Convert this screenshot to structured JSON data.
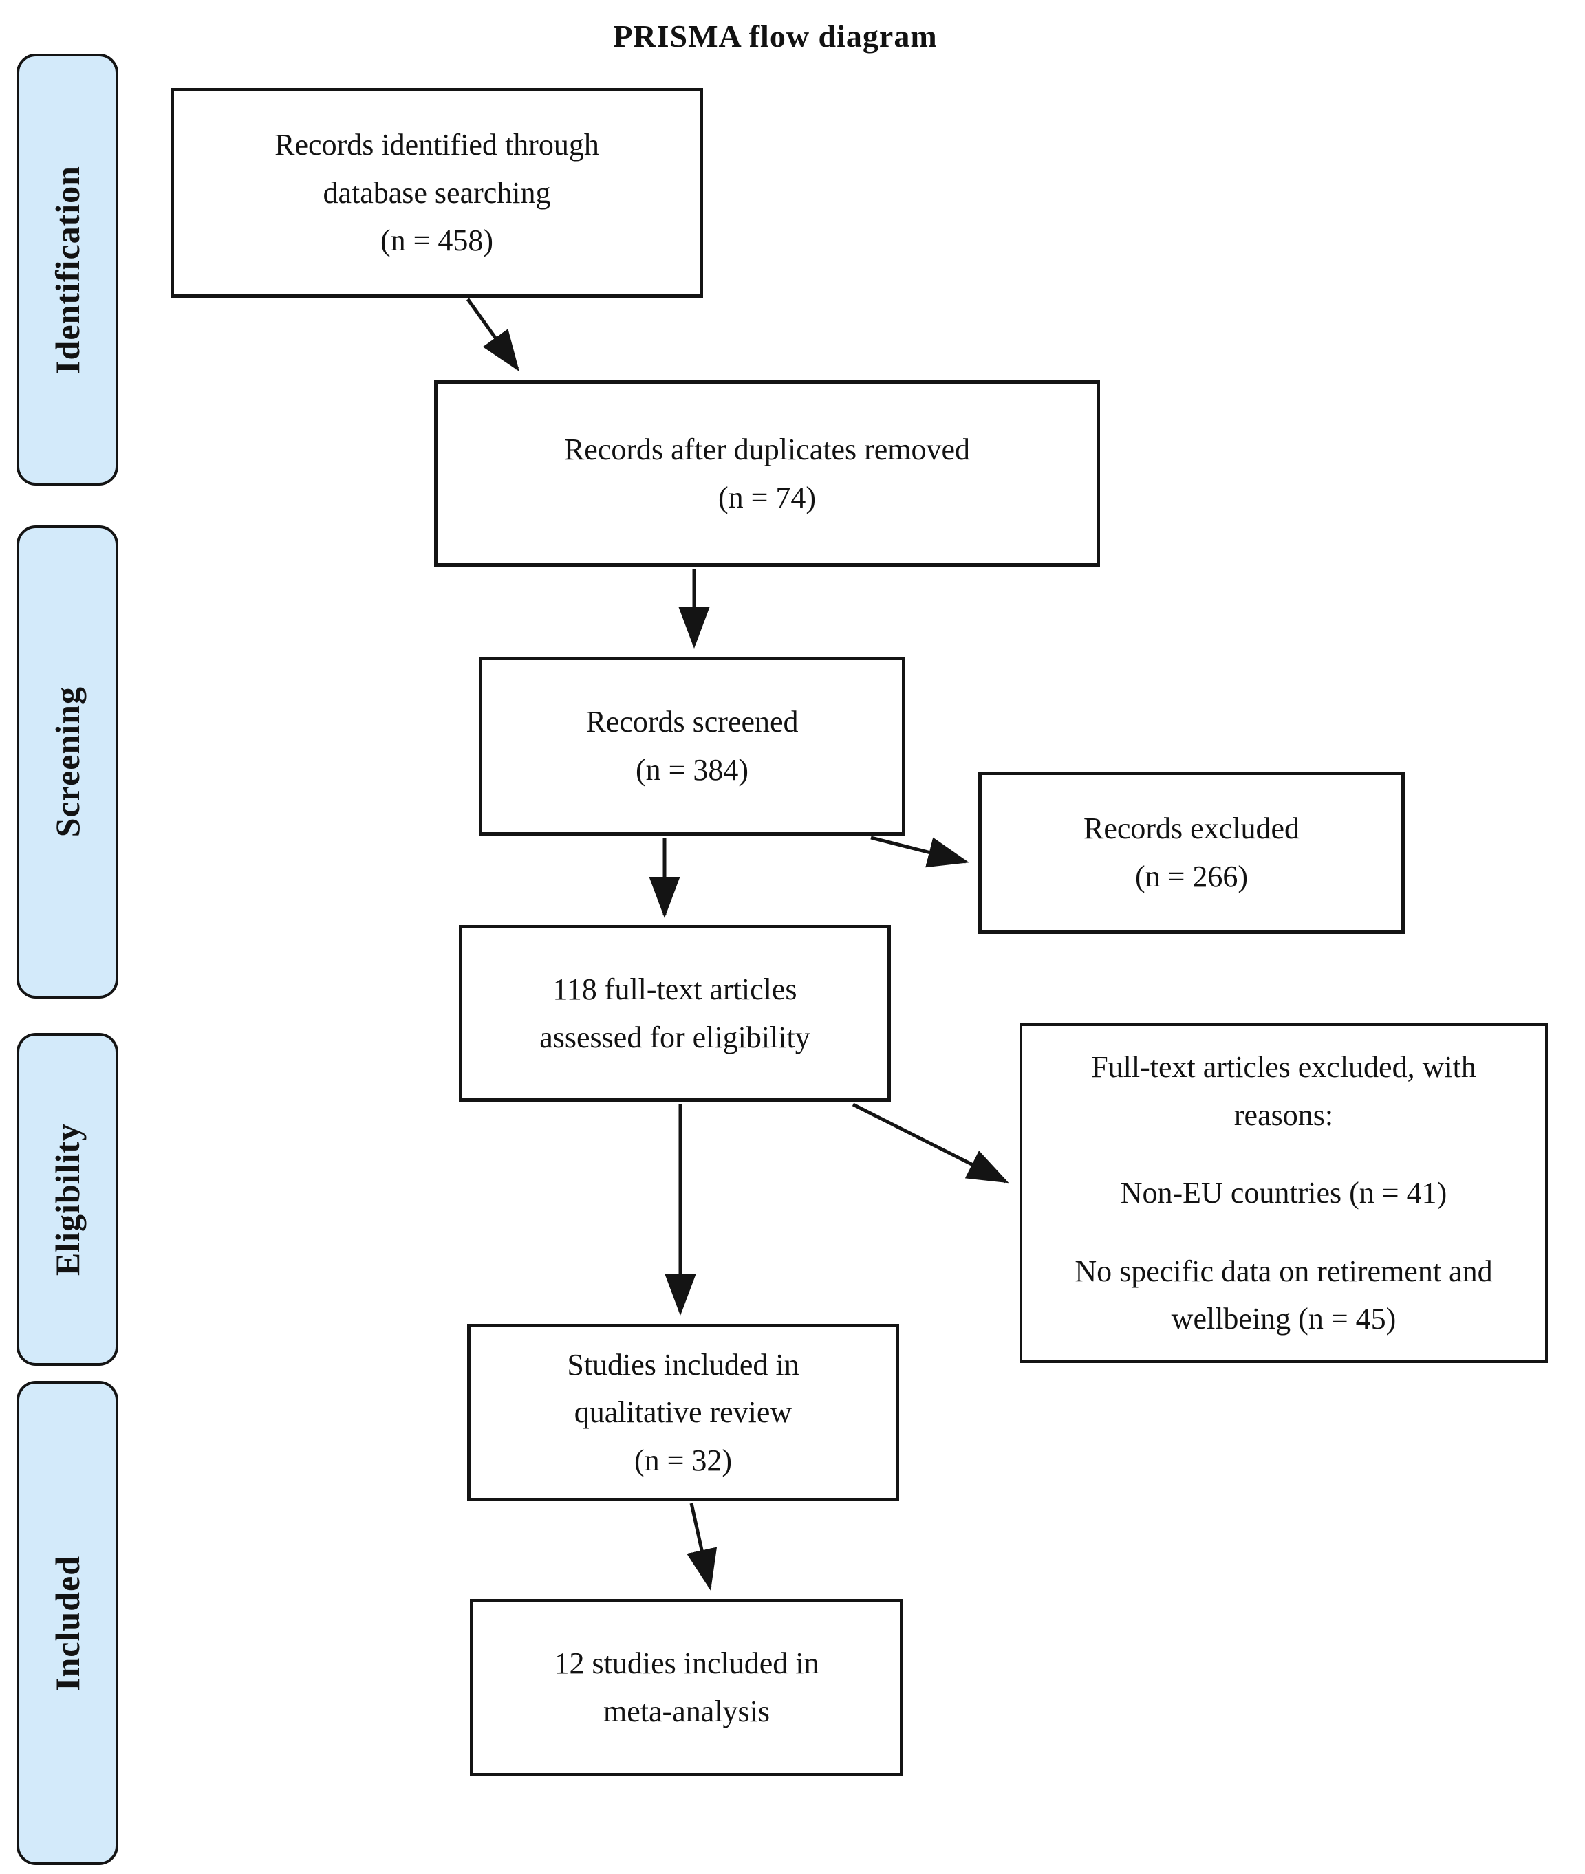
{
  "title": "PRISMA flow diagram",
  "stages": [
    {
      "label": "Identification"
    },
    {
      "label": "Screening"
    },
    {
      "label": "Eligibility"
    },
    {
      "label": "Included"
    }
  ],
  "boxes": {
    "identified": {
      "lines": [
        "Records identified through",
        "database searching",
        "(n = 458)"
      ],
      "n": 458
    },
    "deduplicated": {
      "lines": [
        "Records after duplicates removed",
        "(n = 74)"
      ],
      "n": 74
    },
    "screened": {
      "lines": [
        "Records screened",
        "(n = 384)"
      ],
      "n": 384
    },
    "records_excluded": {
      "lines": [
        "Records excluded",
        "(n = 266)"
      ],
      "n": 266
    },
    "fulltext_assessed": {
      "lines": [
        "118 full-text articles",
        "assessed for eligibility"
      ],
      "n": 118
    },
    "fulltext_excluded": {
      "paragraphs": [
        "Full-text articles excluded, with reasons:",
        "Non-EU countries (n = 41)",
        "No specific data on retirement and wellbeing (n = 45)"
      ],
      "n_non_eu": 41,
      "n_no_specific_data": 45
    },
    "qualitative": {
      "lines": [
        "Studies included in",
        "qualitative review",
        "(n = 32)"
      ],
      "n": 32
    },
    "meta_analysis": {
      "lines": [
        "12 studies included in",
        "meta-analysis"
      ],
      "n": 12
    }
  },
  "edges": [
    {
      "from": "identified",
      "to": "deduplicated"
    },
    {
      "from": "deduplicated",
      "to": "screened"
    },
    {
      "from": "screened",
      "to": "fulltext_assessed"
    },
    {
      "from": "screened",
      "to": "records_excluded"
    },
    {
      "from": "fulltext_assessed",
      "to": "qualitative"
    },
    {
      "from": "fulltext_assessed",
      "to": "fulltext_excluded"
    },
    {
      "from": "qualitative",
      "to": "meta_analysis"
    }
  ],
  "colors": {
    "stage_fill": "#d3eafa",
    "line": "#141414",
    "background": "#ffffff"
  }
}
